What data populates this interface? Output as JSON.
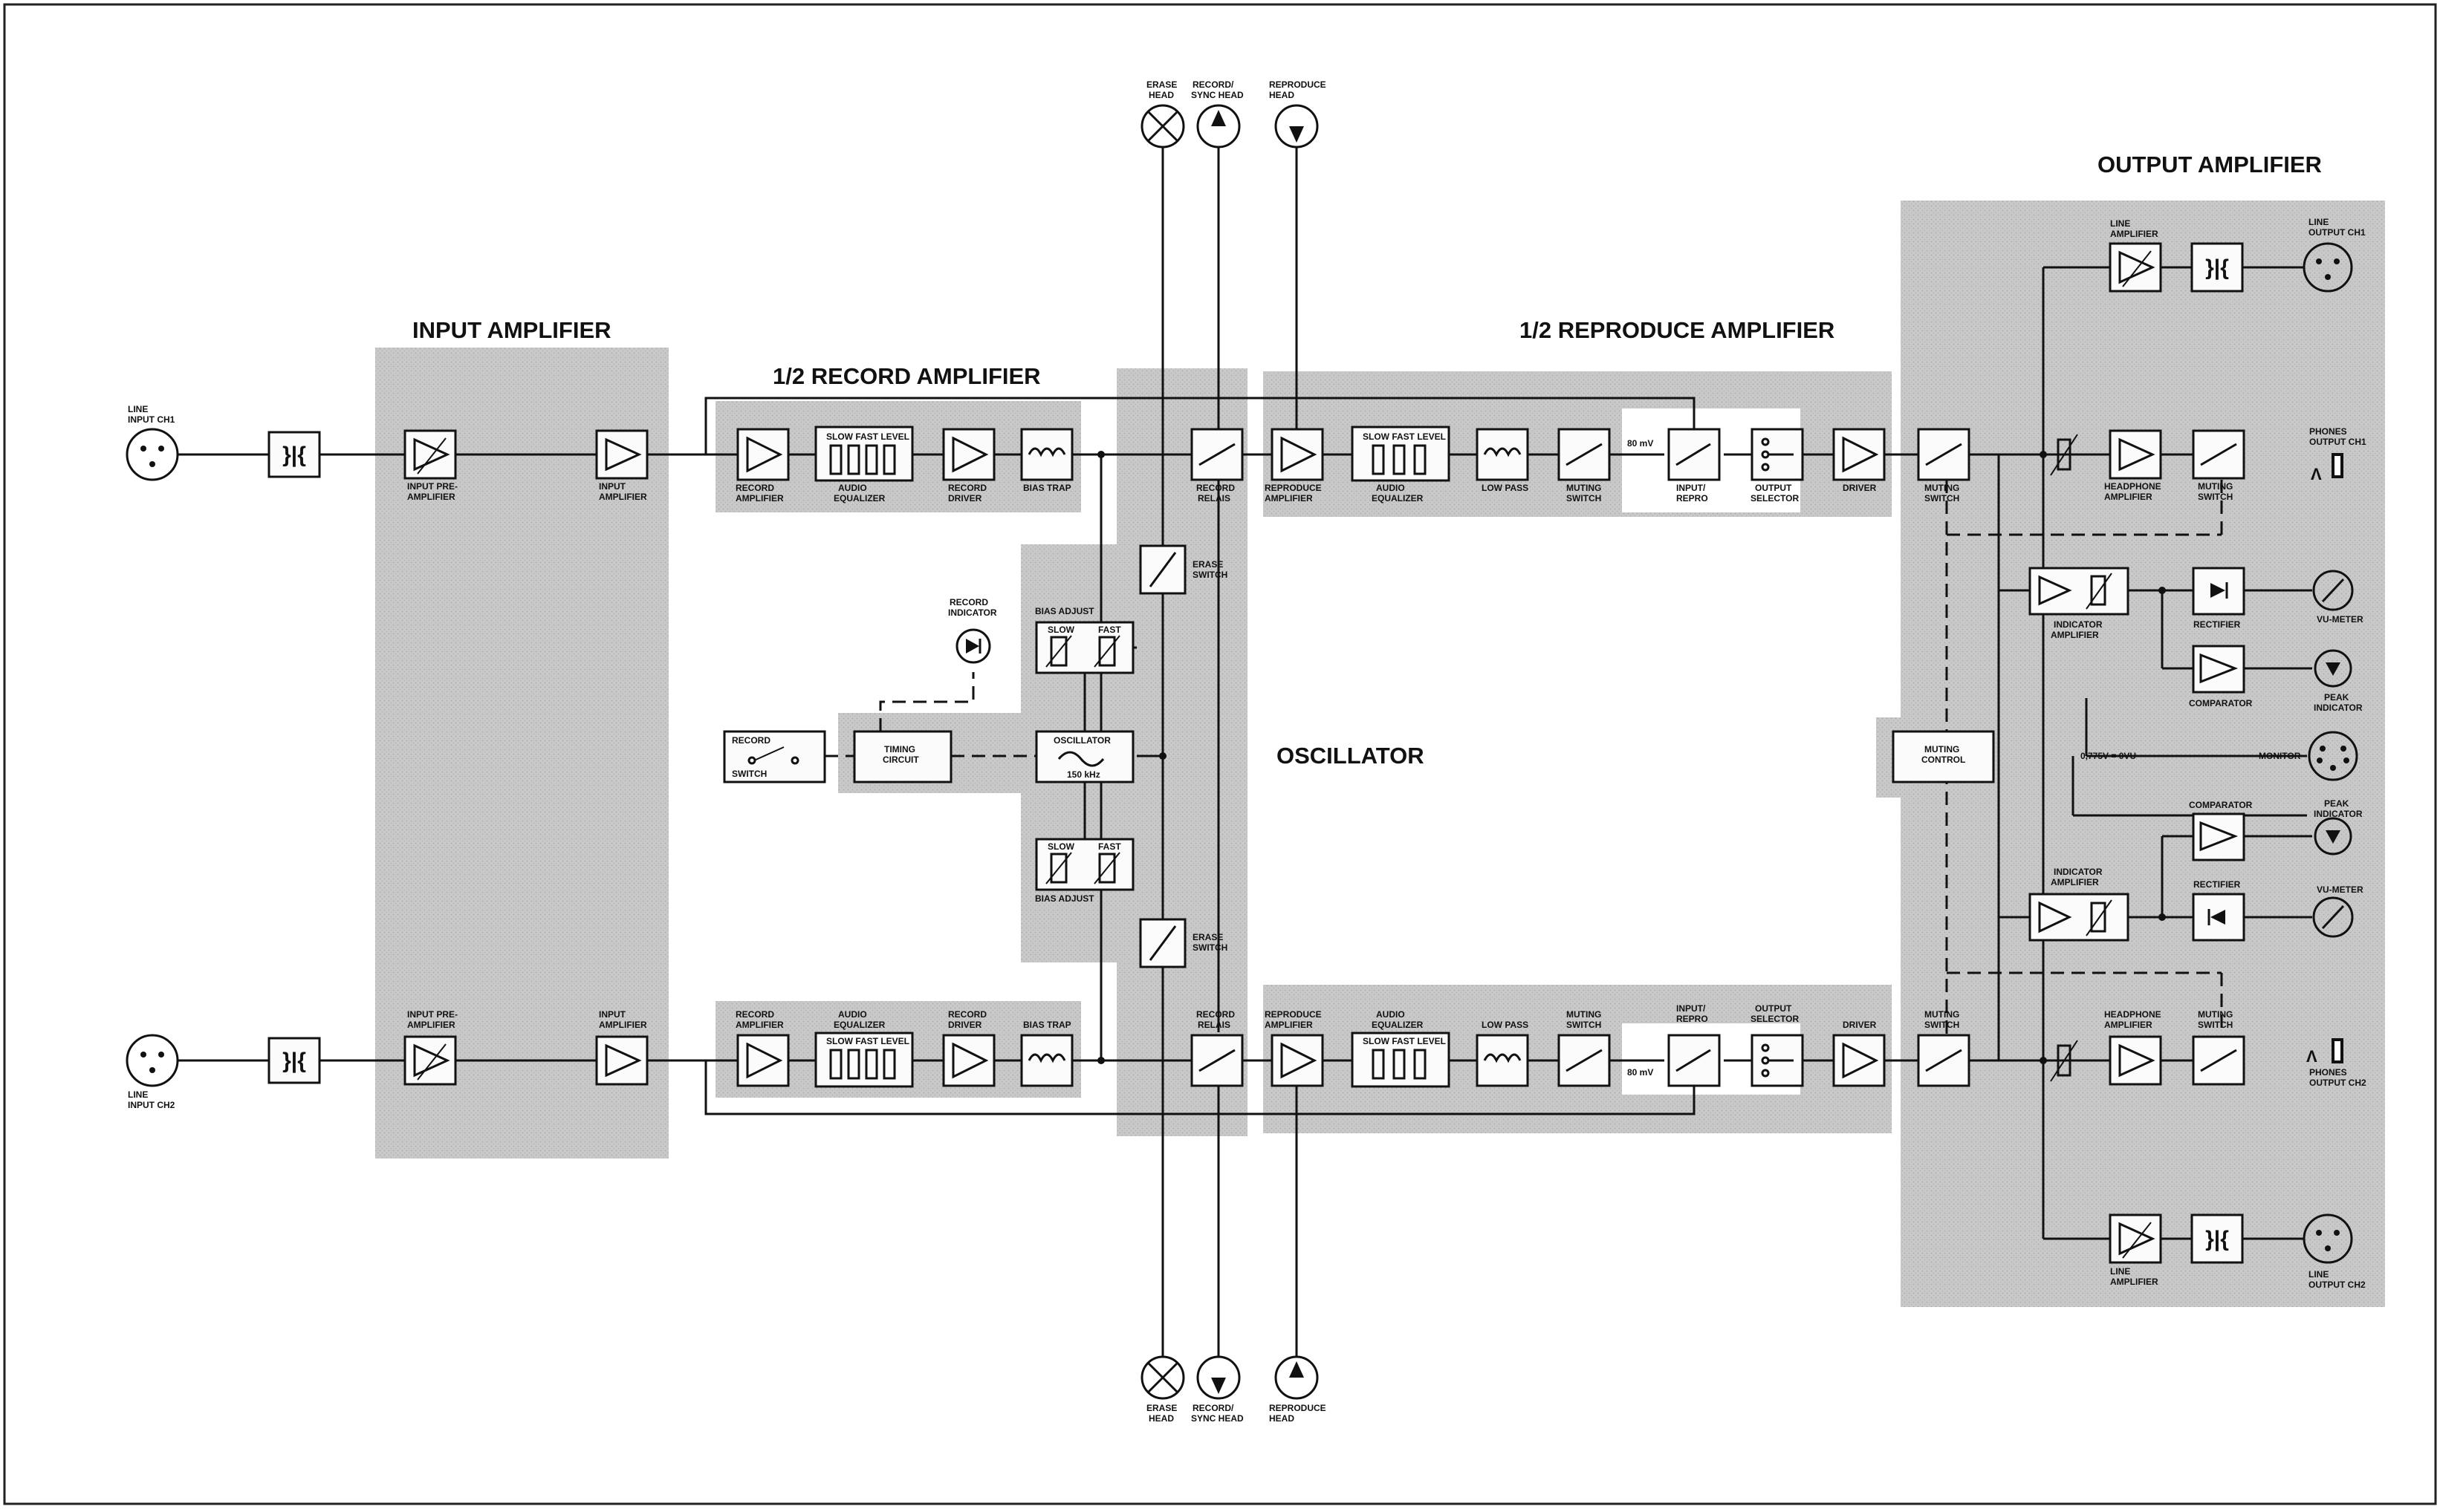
{
  "sections": {
    "input_amp": "INPUT AMPLIFIER",
    "record_amp": "1/2 RECORD AMPLIFIER",
    "reproduce_amp": "1/2 REPRODUCE AMPLIFIER",
    "oscillator": "OSCILLATOR",
    "output_amp": "OUTPUT AMPLIFIER"
  },
  "heads": {
    "erase_l1": "ERASE",
    "erase_l2": "HEAD",
    "recsync_l1": "RECORD/",
    "recsync_l2": "SYNC HEAD",
    "repro_l1": "REPRODUCE",
    "repro_l2": "HEAD"
  },
  "inputs": {
    "ch1_l1": "LINE",
    "ch1_l2": "INPUT CH1",
    "ch2_l1": "LINE",
    "ch2_l2": "INPUT CH2"
  },
  "blocks": {
    "input_pre_1": "INPUT PRE-",
    "input_pre_2": "AMPLIFIER",
    "input_amp_1": "INPUT",
    "input_amp_2": "AMPLIFIER",
    "rec_amp_1": "RECORD",
    "rec_amp_2": "AMPLIFIER",
    "audio_eq_1": "AUDIO",
    "audio_eq_2": "EQUALIZER",
    "slow_fast_level": "SLOW FAST LEVEL",
    "rec_driver_1": "RECORD",
    "rec_driver_2": "DRIVER",
    "bias_trap": "BIAS TRAP",
    "rec_relais_1": "RECORD",
    "rec_relais_2": "RELAIS",
    "erase_switch_1": "ERASE",
    "erase_switch_2": "SWITCH",
    "bias_adjust": "BIAS ADJUST",
    "slow": "SLOW",
    "fast": "FAST",
    "oscillator_1": "OSCILLATOR",
    "oscillator_2": "150 kHz",
    "timing_1": "TIMING",
    "timing_2": "CIRCUIT",
    "record_switch_1": "RECORD",
    "record_switch_2": "SWITCH",
    "record_indicator_1": "RECORD",
    "record_indicator_2": "INDICATOR",
    "repro_amp_1": "REPRODUCE",
    "repro_amp_2": "AMPLIFIER",
    "low_pass": "LOW PASS",
    "muting_switch_1": "MUTING",
    "muting_switch_2": "SWITCH",
    "mv80": "80 mV",
    "input_repro_1": "INPUT/",
    "input_repro_2": "REPRO",
    "output_selector_1": "OUTPUT",
    "output_selector_2": "SELECTOR",
    "driver": "DRIVER",
    "muting_control_1": "MUTING",
    "muting_control_2": "CONTROL",
    "line_amp_1": "LINE",
    "line_amp_2": "AMPLIFIER",
    "headphone_amp_1": "HEADPHONE",
    "headphone_amp_2": "AMPLIFIER",
    "indicator_amp_1": "INDICATOR",
    "indicator_amp_2": "AMPLIFIER",
    "rectifier": "RECTIFIER",
    "comparator": "COMPARATOR",
    "vu_meter": "VU-METER",
    "peak_ind_1": "PEAK",
    "peak_ind_2": "INDICATOR",
    "monitor": "MONITOR",
    "zero_vu": "0,775V = 0VU",
    "line_out_ch1_1": "LINE",
    "line_out_ch1_2": "OUTPUT CH1",
    "line_out_ch2_1": "LINE",
    "line_out_ch2_2": "OUTPUT CH2",
    "phones_ch1_1": "PHONES",
    "phones_ch1_2": "OUTPUT CH1",
    "phones_ch2_1": "PHONES",
    "phones_ch2_2": "OUTPUT CH2"
  }
}
